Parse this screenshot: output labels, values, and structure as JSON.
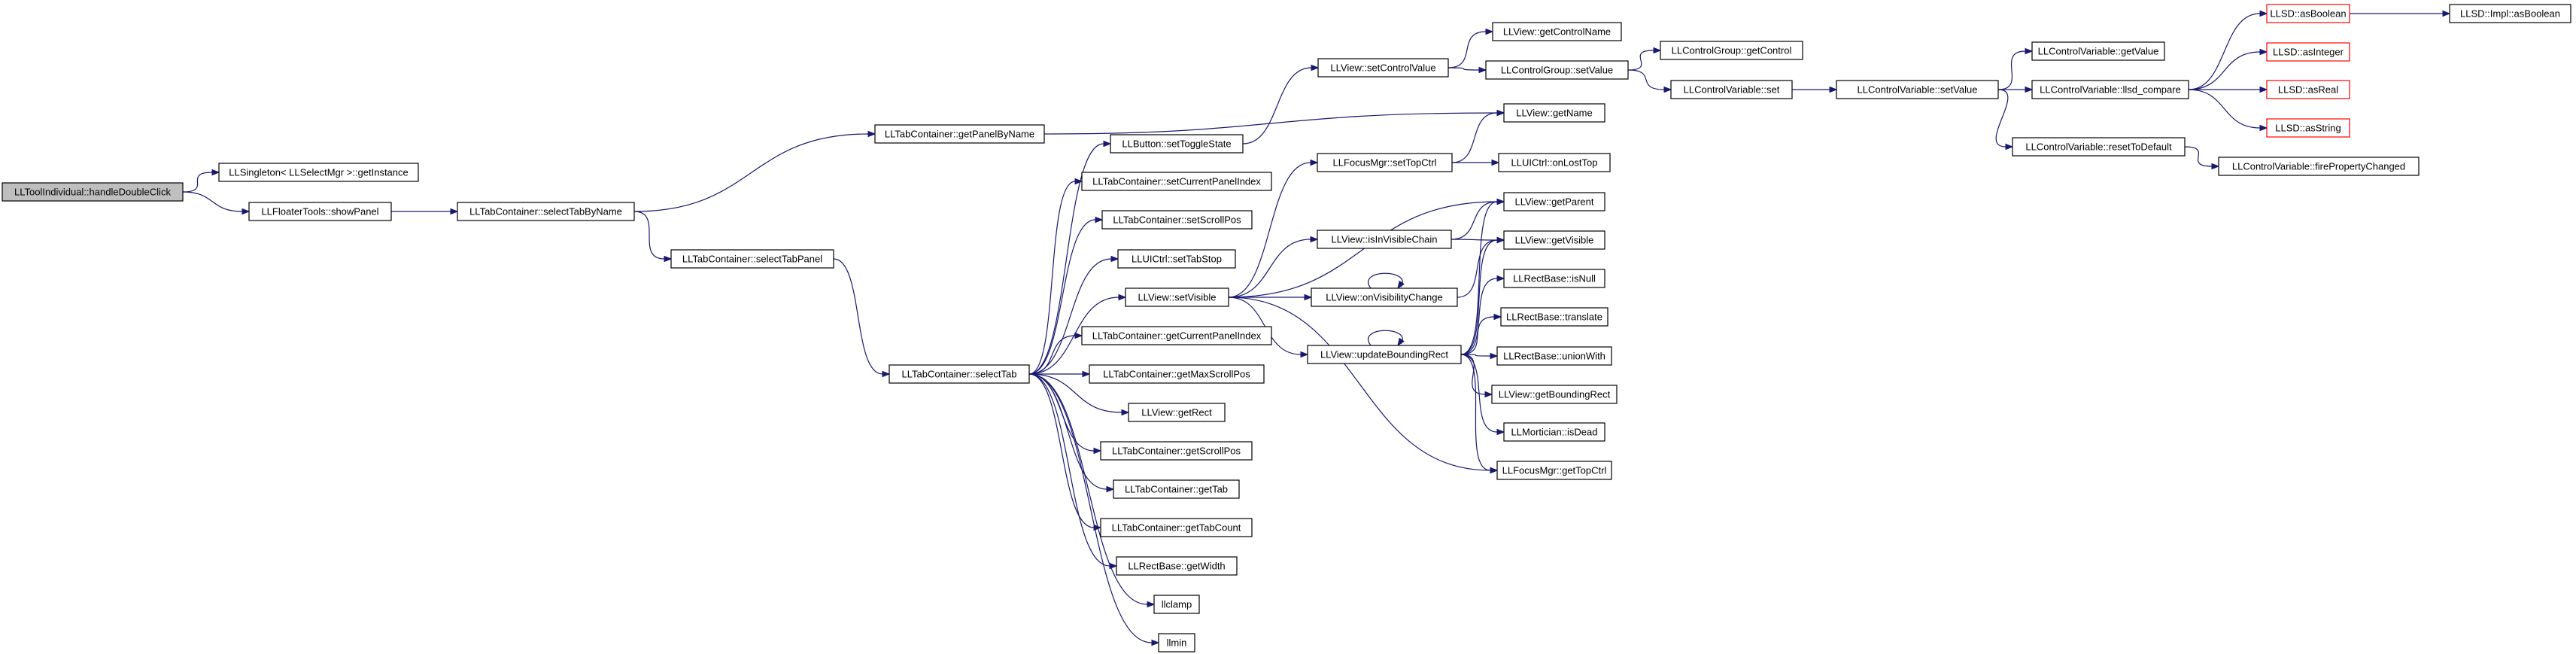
{
  "colors": {
    "edge": "#191970",
    "root_fill": "#bfbfbf",
    "node_fill": "#ffffff",
    "node_border": "#000000",
    "truncated_border": "#ff0000"
  },
  "nodes": [
    {
      "id": "root",
      "label": "LLToolIndividual::handleDoubleClick"
    },
    {
      "id": "getInstance",
      "label": "LLSingleton< LLSelectMgr >::getInstance"
    },
    {
      "id": "showPanel",
      "label": "LLFloaterTools::showPanel"
    },
    {
      "id": "selectTabByName",
      "label": "LLTabContainer::selectTabByName"
    },
    {
      "id": "getPanelByName",
      "label": "LLTabContainer::getPanelByName"
    },
    {
      "id": "selectTabPanel",
      "label": "LLTabContainer::selectTabPanel"
    },
    {
      "id": "selectTab",
      "label": "LLTabContainer::selectTab"
    },
    {
      "id": "getToggleState",
      "label": "LLButton::setToggleState"
    },
    {
      "id": "setCurrentPanelIndex",
      "label": "LLTabContainer::setCurrentPanelIndex"
    },
    {
      "id": "setScrollPos",
      "label": "LLTabContainer::setScrollPos"
    },
    {
      "id": "setTabStop",
      "label": "LLUICtrl::setTabStop"
    },
    {
      "id": "setVisible",
      "label": "LLView::setVisible"
    },
    {
      "id": "getCurrentPanelIndex",
      "label": "LLTabContainer::getCurrentPanelIndex"
    },
    {
      "id": "getMaxScrollPos",
      "label": "LLTabContainer::getMaxScrollPos"
    },
    {
      "id": "getRect",
      "label": "LLView::getRect"
    },
    {
      "id": "getScrollPos",
      "label": "LLTabContainer::getScrollPos"
    },
    {
      "id": "getTab",
      "label": "LLTabContainer::getTab"
    },
    {
      "id": "getTabCount",
      "label": "LLTabContainer::getTabCount"
    },
    {
      "id": "getWidth",
      "label": "LLRectBase::getWidth"
    },
    {
      "id": "llclamp",
      "label": "llclamp"
    },
    {
      "id": "llmin",
      "label": "llmin"
    },
    {
      "id": "setControlValue",
      "label": "LLView::setControlValue"
    },
    {
      "id": "getControlName",
      "label": "LLView::getControlName"
    },
    {
      "id": "groupSetValue",
      "label": "LLControlGroup::setValue"
    },
    {
      "id": "getControl",
      "label": "LLControlGroup::getControl"
    },
    {
      "id": "cvSet",
      "label": "LLControlVariable::set"
    },
    {
      "id": "cvSetValue",
      "label": "LLControlVariable::setValue"
    },
    {
      "id": "cvGetValue",
      "label": "LLControlVariable::getValue"
    },
    {
      "id": "llsdCompare",
      "label": "LLControlVariable::llsd_compare"
    },
    {
      "id": "resetToDefault",
      "label": "LLControlVariable::resetToDefault"
    },
    {
      "id": "firePropertyChanged",
      "label": "LLControlVariable::firePropertyChanged"
    },
    {
      "id": "asBoolean",
      "label": "LLSD::asBoolean"
    },
    {
      "id": "implAsBoolean",
      "label": "LLSD::Impl::asBoolean"
    },
    {
      "id": "asInteger",
      "label": "LLSD::asInteger"
    },
    {
      "id": "asReal",
      "label": "LLSD::asReal"
    },
    {
      "id": "asString",
      "label": "LLSD::asString"
    },
    {
      "id": "viewGetName",
      "label": "LLView::getName"
    },
    {
      "id": "setTopCtrl",
      "label": "LLFocusMgr::setTopCtrl"
    },
    {
      "id": "onLostTop",
      "label": "LLUICtrl::onLostTop"
    },
    {
      "id": "getParent",
      "label": "LLView::getParent"
    },
    {
      "id": "isInVisibleChain",
      "label": "LLView::isInVisibleChain"
    },
    {
      "id": "getVisible",
      "label": "LLView::getVisible"
    },
    {
      "id": "onVisibilityChange",
      "label": "LLView::onVisibilityChange"
    },
    {
      "id": "isNull",
      "label": "LLRectBase::isNull"
    },
    {
      "id": "updateBoundingRect",
      "label": "LLView::updateBoundingRect"
    },
    {
      "id": "translate",
      "label": "LLRectBase::translate"
    },
    {
      "id": "unionWith",
      "label": "LLRectBase::unionWith"
    },
    {
      "id": "getBoundingRect",
      "label": "LLView::getBoundingRect"
    },
    {
      "id": "isDead",
      "label": "LLMortician::isDead"
    },
    {
      "id": "getTopCtrl",
      "label": "LLFocusMgr::getTopCtrl"
    }
  ]
}
